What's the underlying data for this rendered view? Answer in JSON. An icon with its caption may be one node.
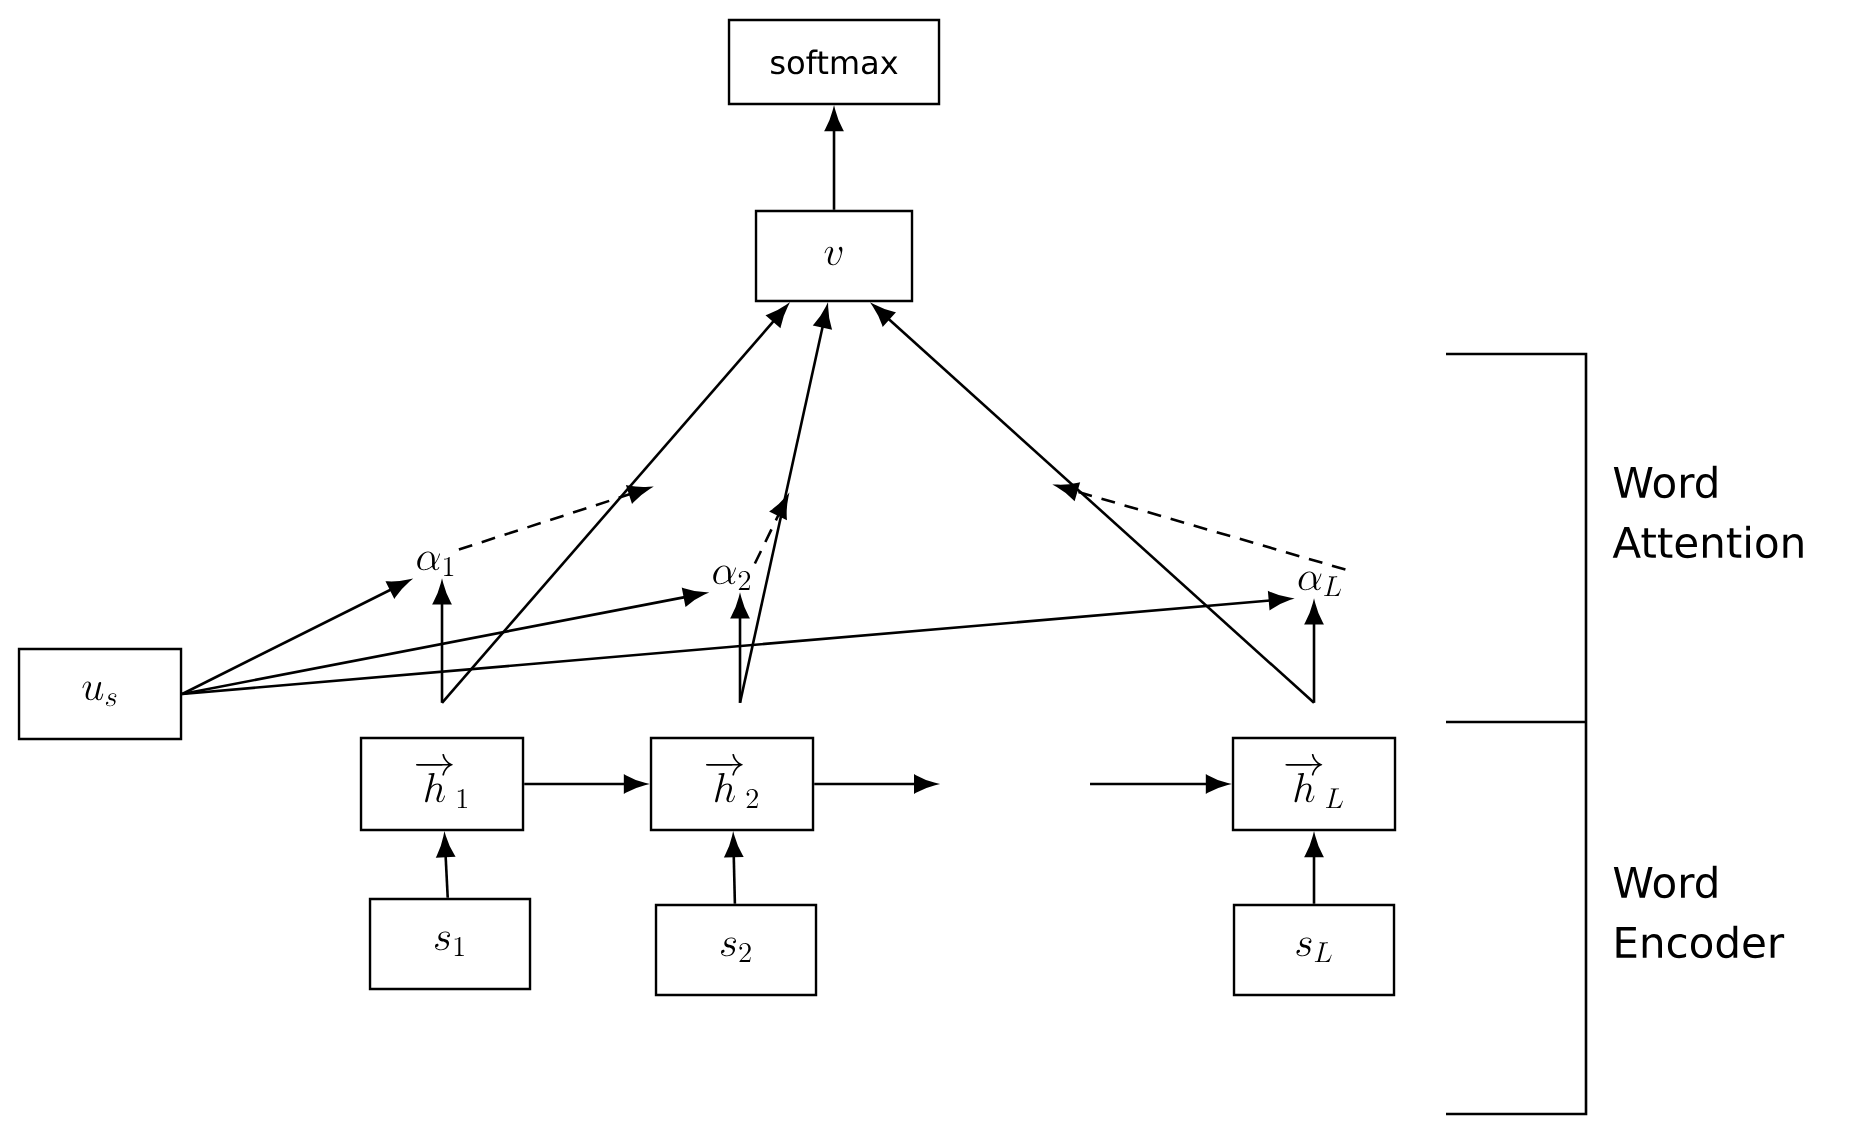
{
  "diagram": {
    "nodes": [
      {
        "text": [
          "softmax"
        ]
      },
      {
        "text": [
          "v"
        ]
      },
      {
        "text": [
          "\\alpha_1"
        ]
      },
      {
        "text": [
          "\\alpha_2"
        ]
      },
      {
        "text": [
          "\\alpha_L"
        ]
      },
      {
        "text": [
          "u_s"
        ]
      },
      {
        "text": [
          "\\overrightarrow{h}_1"
        ]
      },
      {
        "text": [
          "\\overrightarrow{h}_2"
        ]
      },
      {
        "text": [
          "\\overrightarrow{h}_L"
        ]
      },
      {
        "text": [
          "s_1"
        ]
      },
      {
        "text": [
          "s_2"
        ]
      },
      {
        "text": [
          "s_L"
        ]
      }
    ],
    "edges": [
      {
        "from": 1,
        "to": 0,
        "arrow": "to"
      },
      {
        "from": 5,
        "to": 2,
        "arrow": "to"
      },
      {
        "from": 5,
        "to": 3,
        "arrow": "to"
      },
      {
        "from": 5,
        "to": 4,
        "arrow": "to"
      },
      {
        "from": 6,
        "to": 2,
        "arrow": "to"
      },
      {
        "from": 7,
        "to": 3,
        "arrow": "to"
      },
      {
        "from": 8,
        "to": 4,
        "arrow": "to"
      },
      {
        "from": 6,
        "to": 1,
        "arrow": "to"
      },
      {
        "from": 7,
        "to": 1,
        "arrow": "to"
      },
      {
        "from": 8,
        "to": 1,
        "arrow": "to"
      },
      {
        "from": 2,
        "to": null,
        "arrow": "to",
        "style": "dashed"
      },
      {
        "from": 3,
        "to": null,
        "arrow": "to",
        "style": "dashed"
      },
      {
        "from": 4,
        "to": null,
        "arrow": "to",
        "style": "dashed"
      },
      {
        "from": 6,
        "to": 7,
        "arrow": "to"
      },
      {
        "from": 7,
        "to": null,
        "arrow": "to"
      },
      {
        "from": null,
        "to": 8,
        "arrow": "to"
      },
      {
        "from": 9,
        "to": 6,
        "arrow": "to"
      },
      {
        "from": 10,
        "to": 7,
        "arrow": "to"
      },
      {
        "from": 11,
        "to": 8,
        "arrow": "to"
      }
    ],
    "labels": [
      "Word Attention",
      "Word Encoder"
    ]
  }
}
